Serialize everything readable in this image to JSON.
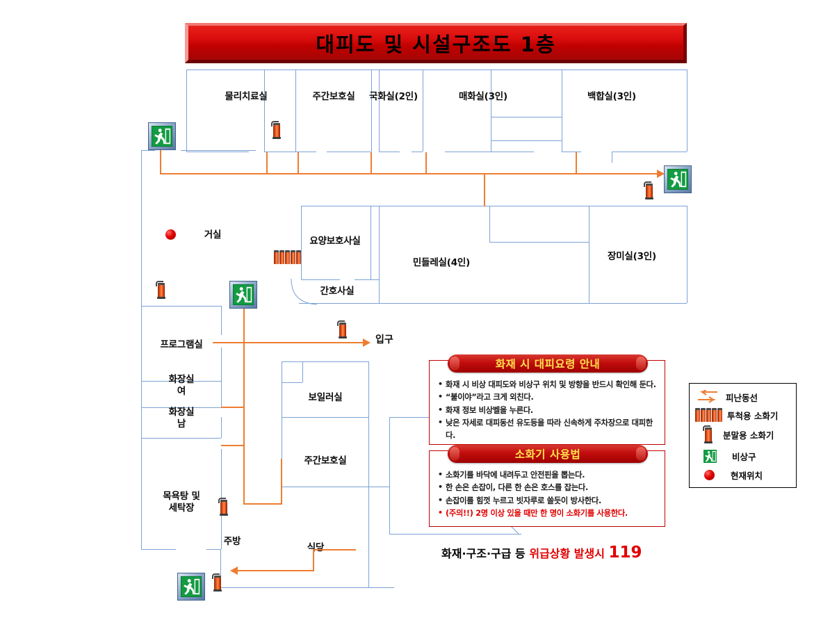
{
  "title": {
    "text": "대피도 및 시설구조도 1층"
  },
  "rooms": [
    {
      "id": "physio",
      "label": "물리치료실"
    },
    {
      "id": "daycare-top",
      "label": "주간보호실"
    },
    {
      "id": "gukhwa",
      "label": "국화실(2인)"
    },
    {
      "id": "maehwa",
      "label": "매화실(3인)"
    },
    {
      "id": "baekhap",
      "label": "백합실(3인)"
    },
    {
      "id": "caregiver",
      "label": "요양보호사실"
    },
    {
      "id": "nurse",
      "label": "간호사실"
    },
    {
      "id": "mindeulle",
      "label": "민들레실(4인)"
    },
    {
      "id": "jangmi",
      "label": "장미실(3인)"
    },
    {
      "id": "livingroom",
      "label": "거실"
    },
    {
      "id": "program",
      "label": "프로그램실"
    },
    {
      "id": "toilet-female",
      "label": "화장실\n여"
    },
    {
      "id": "toilet-male",
      "label": "화장실\n남"
    },
    {
      "id": "bath-laundry",
      "label": "목욕탕 및\n세탁장"
    },
    {
      "id": "boiler",
      "label": "보일러실"
    },
    {
      "id": "daycare-low",
      "label": "주간보호실"
    },
    {
      "id": "kitchen",
      "label": "주방"
    },
    {
      "id": "dining",
      "label": "식당"
    }
  ],
  "entrance": {
    "label": "입구"
  },
  "info_boxes": [
    {
      "id": "evacuation-guide",
      "title": "화재 시 대피요령 안내",
      "bullets": [
        {
          "text": "화재 시 비상 대피도와 비상구 위치 및 방향을 반드시 확인해 둔다.",
          "warn": false
        },
        {
          "text": "“불이야”라고 크게 외친다.",
          "warn": false
        },
        {
          "text": "화재 정보 비상벨을 누른다.",
          "warn": false
        },
        {
          "text": "낮은 자세로 대피동선 유도등을 따라 신속하게  주차장으로 대피한다.",
          "warn": false
        }
      ]
    },
    {
      "id": "extinguisher-usage",
      "title": "소화기 사용법",
      "bullets": [
        {
          "text": "소화기를 바닥에 내려두고 안전핀을 뽑는다.",
          "warn": false
        },
        {
          "text": "한 손은 손잡이, 다른 한 손은 호스를 잡는다.",
          "warn": false
        },
        {
          "text": "손잡이를 힘껏 누르고 빗자루로 쓸듯이 방사한다.",
          "warn": false
        },
        {
          "text": "(주의!!) 2명 이상 있을 때만 한 명이 소화기를 사용한다.",
          "warn": true
        }
      ]
    }
  ],
  "emergency": {
    "prefix": "화재·구조·구급 등 ",
    "highlight": "위급상황 발생시 ",
    "number": "119"
  },
  "legend": {
    "items": [
      {
        "icon": "evacuation-route-icon",
        "label": "피난동선"
      },
      {
        "icon": "throwing-extinguisher-icon",
        "label": "투척용 소화기"
      },
      {
        "icon": "powder-extinguisher-icon",
        "label": "분말용 소화기"
      },
      {
        "icon": "emergency-exit-icon",
        "label": "비상구"
      },
      {
        "icon": "current-location-icon",
        "label": "현재위치"
      }
    ]
  },
  "colors": {
    "banner_red": "#c00000",
    "route_orange": "#ED7D31",
    "wall_blue": "#7ba2d6",
    "exit_green": "#149b43",
    "title_yellow": "#FFE14D",
    "warn_red": "#e00000"
  }
}
